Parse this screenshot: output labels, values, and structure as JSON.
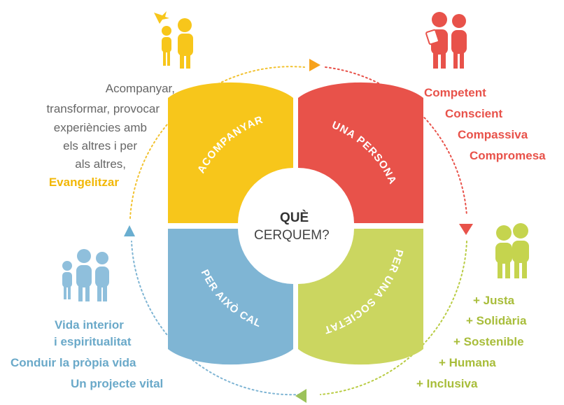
{
  "center": {
    "line1": "QUÈ",
    "line2": "CERQUEM?"
  },
  "segments": [
    {
      "label": "ACOMPANYAR",
      "color": "#f7c61b"
    },
    {
      "label": "UNA PERSONA",
      "color": "#e8524a"
    },
    {
      "label": "PER UNA SOCIETAT",
      "color": "#cbd660"
    },
    {
      "label": "PER AIXÒ CAL",
      "color": "#7fb5d4"
    }
  ],
  "top_left": {
    "lines": [
      "Acompanyar,",
      "transformar, provocar",
      "experiències amb",
      "els altres i per",
      "als altres,"
    ],
    "highlight": "Evangelitzar",
    "color": "#f2b705"
  },
  "top_right": {
    "items": [
      "Competent",
      "Conscient",
      "Compassiva",
      "Compromesa"
    ],
    "color": "#e8524a"
  },
  "bottom_right": {
    "items": [
      "+ Justa",
      "+ Solidària",
      "+ Sostenible",
      "+ Humana",
      "+ Inclusiva"
    ],
    "color": "#a8bd3a"
  },
  "bottom_left": {
    "items": [
      "Vida interior",
      "i espiritualitat",
      "Conduir la pròpia vida",
      "Un projecte vital"
    ],
    "color": "#6aa9c9"
  },
  "icons": [
    "family-bird-icon",
    "pair-people-icon",
    "hugging-people-icon",
    "family-group-icon"
  ]
}
